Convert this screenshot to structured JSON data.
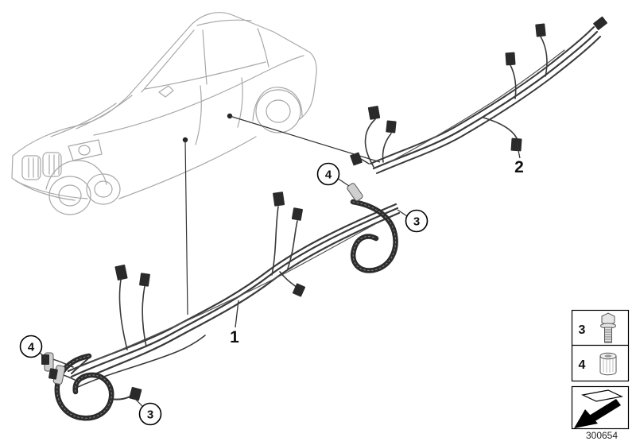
{
  "callouts": {
    "item1": "1",
    "item2": "2",
    "item3": "3",
    "item4": "4"
  },
  "legend": {
    "screw_label": "3",
    "sleeve_label": "4"
  },
  "part_number": "300654",
  "icons": {
    "legend_screw": "hex-flange-bolt-icon",
    "legend_sleeve": "threaded-sleeve-icon",
    "legend_nav": "foldout-arrow-icon",
    "leader_marker": "attachment-point-dot-icon"
  },
  "colors": {
    "background": "#ffffff",
    "car_sketch": "#a8a8a8",
    "harness": "#3a3a3a",
    "harness_dark": "#2a2a2a",
    "callout_ink": "#111111",
    "legend_border": "#000000"
  }
}
